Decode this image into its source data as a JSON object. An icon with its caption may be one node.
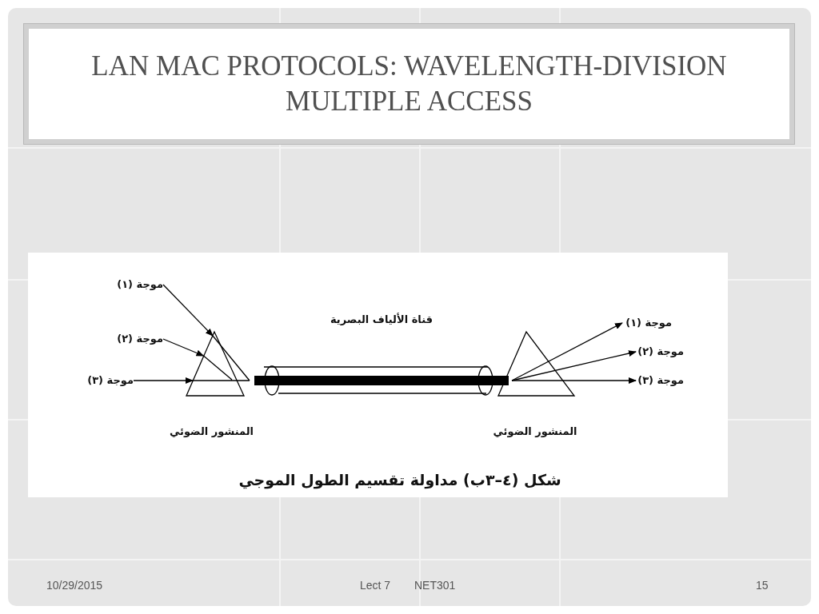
{
  "diagram": {
    "title": "LAN MAC PROTOCOLS: WAVELENGTH-DIVISION MULTIPLE ACCESS",
    "caption": "شكل (٤–٣ب) مداولة تقسيم الطول الموجي",
    "nodes": [
      {
        "text": [
          "موجة (١)"
        ]
      },
      {
        "text": [
          "موجة (٢)"
        ]
      },
      {
        "text": [
          "موجة (٣)"
        ]
      },
      {
        "text": [],
        "shape": "triangle",
        "beside": [
          "المنشور الضوئي"
        ]
      },
      {
        "text": [],
        "shape": "cylinder",
        "beside": [
          "قناة الألياف البصرية"
        ]
      },
      {
        "text": [],
        "shape": "triangle",
        "beside": [
          "المنشور الضوئي"
        ]
      },
      {
        "text": [
          "موجة (١)"
        ]
      },
      {
        "text": [
          "موجة (٢)"
        ]
      },
      {
        "text": [
          "موجة (٣)"
        ]
      }
    ],
    "edges": [
      {
        "from": 0,
        "to": 3,
        "arrow": "to"
      },
      {
        "from": 1,
        "to": 3,
        "arrow": "to"
      },
      {
        "from": 2,
        "to": 3,
        "arrow": "to"
      },
      {
        "from": 5,
        "to": 6,
        "arrow": "to"
      },
      {
        "from": 5,
        "to": 7,
        "arrow": "to"
      },
      {
        "from": 5,
        "to": 8,
        "arrow": "to"
      }
    ],
    "labels": [
      "10/29/2015",
      "Lect 7",
      "NET301",
      "15"
    ]
  }
}
